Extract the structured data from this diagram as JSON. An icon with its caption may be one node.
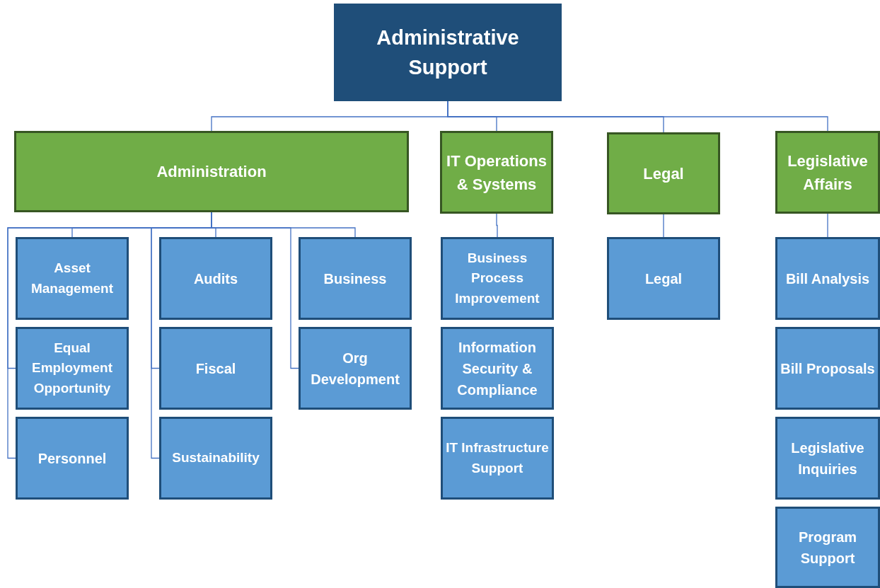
{
  "diagram": {
    "nodes": [
      {
        "text": [
          "Administrative Support"
        ]
      },
      {
        "text": [
          "Administration"
        ]
      },
      {
        "text": [
          "IT Operations & Systems"
        ]
      },
      {
        "text": [
          "Legal"
        ]
      },
      {
        "text": [
          "Legislative Affairs"
        ]
      },
      {
        "text": [
          "Asset Management"
        ]
      },
      {
        "text": [
          "Audits"
        ]
      },
      {
        "text": [
          "Business"
        ]
      },
      {
        "text": [
          "Equal Employment Opportunity"
        ]
      },
      {
        "text": [
          "Fiscal"
        ]
      },
      {
        "text": [
          "Org Development"
        ]
      },
      {
        "text": [
          "Personnel"
        ]
      },
      {
        "text": [
          "Sustainability"
        ]
      },
      {
        "text": [
          "Business Process Improvement"
        ]
      },
      {
        "text": [
          "Information Security & Compliance"
        ]
      },
      {
        "text": [
          "IT Infrastructure Support"
        ]
      },
      {
        "text": [
          "Legal"
        ]
      },
      {
        "text": [
          "Bill Analysis"
        ]
      },
      {
        "text": [
          "Bill Proposals"
        ]
      },
      {
        "text": [
          "Legislative Inquiries"
        ]
      },
      {
        "text": [
          "Program Support"
        ]
      }
    ],
    "edges": [
      {
        "from": 0,
        "to": 1,
        "arrow": "none"
      },
      {
        "from": 0,
        "to": 2,
        "arrow": "none"
      },
      {
        "from": 0,
        "to": 3,
        "arrow": "none"
      },
      {
        "from": 0,
        "to": 4,
        "arrow": "none"
      },
      {
        "from": 1,
        "to": 5,
        "arrow": "none"
      },
      {
        "from": 1,
        "to": 6,
        "arrow": "none"
      },
      {
        "from": 1,
        "to": 7,
        "arrow": "none"
      },
      {
        "from": 1,
        "to": 8,
        "arrow": "none"
      },
      {
        "from": 1,
        "to": 9,
        "arrow": "none"
      },
      {
        "from": 1,
        "to": 10,
        "arrow": "none"
      },
      {
        "from": 1,
        "to": 11,
        "arrow": "none"
      },
      {
        "from": 1,
        "to": 12,
        "arrow": "none"
      },
      {
        "from": 2,
        "to": 13,
        "arrow": "none"
      },
      {
        "from": 3,
        "to": 16,
        "arrow": "none"
      },
      {
        "from": 4,
        "to": 17,
        "arrow": "none"
      }
    ]
  }
}
